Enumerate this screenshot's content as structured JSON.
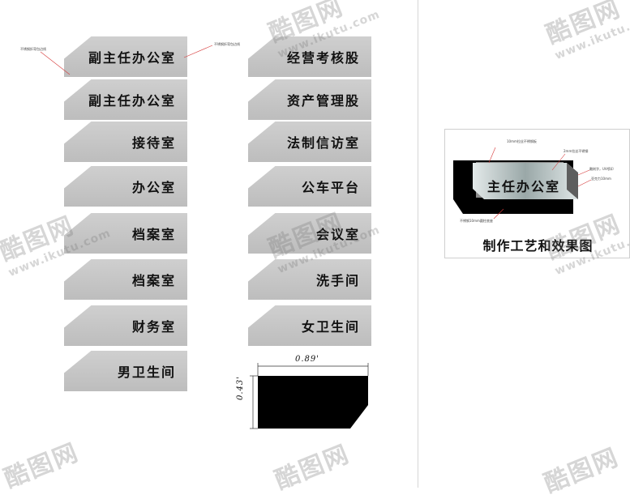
{
  "left_column": [
    "副主任办公室",
    "副主任办公室",
    "接待室",
    "办公室",
    "档案室",
    "档案室",
    "财务室",
    "男卫生间"
  ],
  "right_column": [
    "经营考核股",
    "资产管理股",
    "法制信访室",
    "公车平台",
    "会议室",
    "洗手间",
    "女卫生间"
  ],
  "annotations": {
    "left_note": "不锈钢折弯包边线",
    "right_note": "不锈钢折弯包边线"
  },
  "dimensions": {
    "width": "0.89'",
    "height": "0.43'"
  },
  "preview": {
    "sign_label": "主任办公室",
    "caption": "制作工艺和效果图",
    "notes": [
      "10mm拉丝不锈钢板",
      "2mm拉丝不锈钢",
      "雕刻字，UV喷印",
      "亚克力10mm",
      "不锈钢10mm圆柱底座"
    ]
  },
  "watermark": {
    "brand": "酷图网",
    "url": "www.ikutu.com"
  }
}
